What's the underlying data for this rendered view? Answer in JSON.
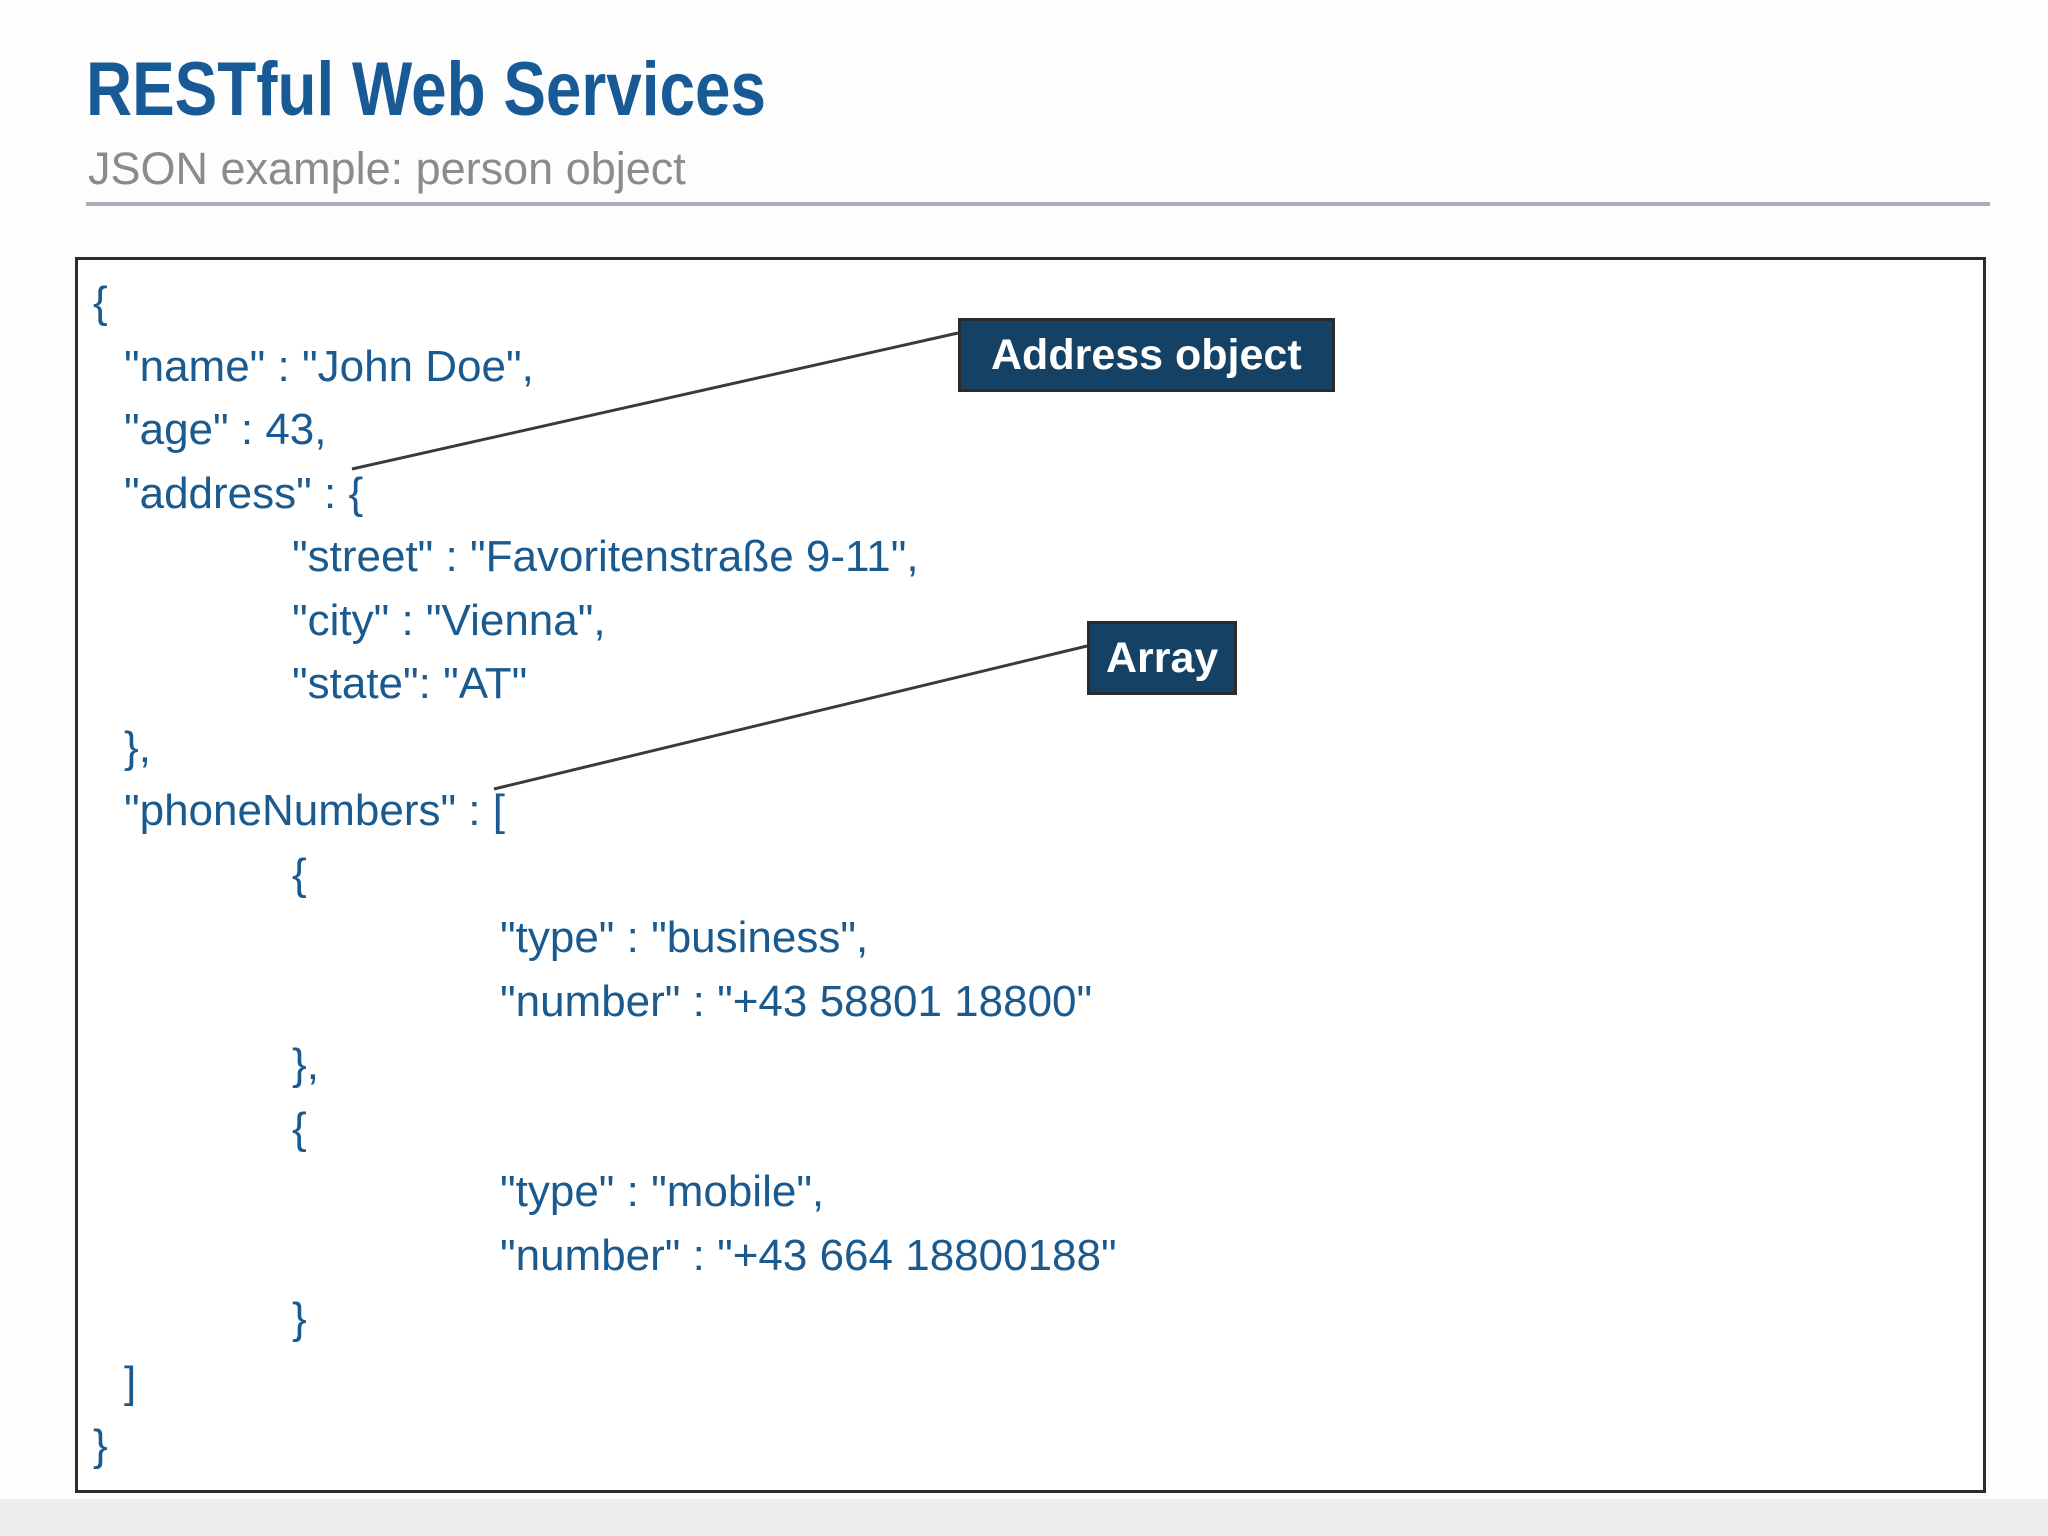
{
  "slide": {
    "title": "RESTful Web Services",
    "subtitle": "JSON example: person object"
  },
  "code": {
    "lines": [
      {
        "indent": 0,
        "text": "{"
      },
      {
        "indent": 1,
        "text": "\"name\" : \"John Doe\","
      },
      {
        "indent": 1,
        "text": "\"age\" : 43,"
      },
      {
        "indent": 1,
        "text": "\"address\" : {"
      },
      {
        "indent": 2,
        "text": "\"street\" : \"Favoritenstraße 9-11\","
      },
      {
        "indent": 2,
        "text": "\"city\" : \"Vienna\","
      },
      {
        "indent": 2,
        "text": "\"state\": \"AT\""
      },
      {
        "indent": 1,
        "text": "},"
      },
      {
        "indent": 1,
        "text": "\"phoneNumbers\" : ["
      },
      {
        "indent": 2,
        "text": "{"
      },
      {
        "indent": 3,
        "text": "\"type\" : \"business\","
      },
      {
        "indent": 3,
        "text": "\"number\" : \"+43 58801 18800\""
      },
      {
        "indent": 2,
        "text": "},"
      },
      {
        "indent": 2,
        "text": "{"
      },
      {
        "indent": 3,
        "text": "\"type\" : \"mobile\","
      },
      {
        "indent": 3,
        "text": "\"number\" : \"+43 664 18800188\""
      },
      {
        "indent": 2,
        "text": "}"
      },
      {
        "indent": 1,
        "text": "]"
      },
      {
        "indent": 0,
        "text": "}"
      }
    ]
  },
  "callouts": [
    {
      "label": "Address object"
    },
    {
      "label": "Array"
    }
  ],
  "colors": {
    "page_bg": "#fdfdfd",
    "title": "#175a96",
    "subtitle": "#8b8b8b",
    "divider": "#a9aeb9",
    "box_border": "#2b2b2b",
    "code_text": "#1a5a8e",
    "callout_bg": "#144164",
    "callout_text": "#ffffff",
    "connector": "#3a3a3a",
    "strip": "#ededee"
  }
}
